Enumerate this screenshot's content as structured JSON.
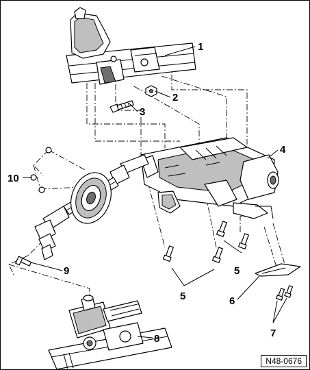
{
  "diagram": {
    "reference": "N48-0676",
    "callouts": [
      {
        "number": "1"
      },
      {
        "number": "2"
      },
      {
        "number": "3"
      },
      {
        "number": "4"
      },
      {
        "number": "5"
      },
      {
        "number": "5"
      },
      {
        "number": "6"
      },
      {
        "number": "7"
      },
      {
        "number": "8"
      },
      {
        "number": "9"
      },
      {
        "number": "10"
      }
    ]
  }
}
